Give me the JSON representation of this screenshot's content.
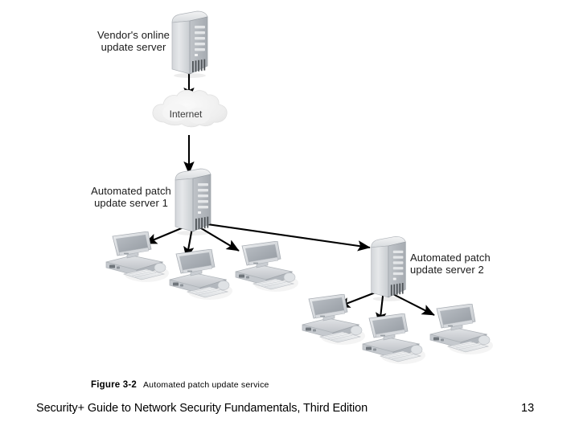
{
  "slide": {
    "background_color": "#ffffff",
    "page_number": "13",
    "footer_title": "Security+ Guide to Network Security Fundamentals, Third Edition"
  },
  "figure": {
    "caption_number": "Figure 3-2",
    "caption_text": "Automated patch update service",
    "nodes": {
      "vendor_server": {
        "label": "Vendor's online\nupdate server",
        "icon": "server-tower-icon"
      },
      "internet": {
        "label": "Internet",
        "icon": "cloud-icon"
      },
      "patch_server_1": {
        "label": "Automated patch\nupdate server 1",
        "icon": "server-tower-icon"
      },
      "patch_server_2": {
        "label": "Automated patch\nupdate server 2",
        "icon": "server-tower-icon"
      }
    },
    "clients": [
      {
        "id": "client-1a",
        "icon": "desktop-computer-icon"
      },
      {
        "id": "client-1b",
        "icon": "desktop-computer-icon"
      },
      {
        "id": "client-1c",
        "icon": "desktop-computer-icon"
      },
      {
        "id": "client-2a",
        "icon": "desktop-computer-icon"
      },
      {
        "id": "client-2b",
        "icon": "desktop-computer-icon"
      },
      {
        "id": "client-2c",
        "icon": "desktop-computer-icon"
      }
    ],
    "connections": [
      {
        "from": "vendor_server",
        "to": "internet",
        "style": "arrow"
      },
      {
        "from": "internet",
        "to": "patch_server_1",
        "style": "arrow"
      },
      {
        "from": "patch_server_1",
        "to": "client-1a",
        "style": "arrow"
      },
      {
        "from": "patch_server_1",
        "to": "client-1b",
        "style": "arrow"
      },
      {
        "from": "patch_server_1",
        "to": "client-1c",
        "style": "arrow"
      },
      {
        "from": "patch_server_1",
        "to": "patch_server_2",
        "style": "arrow"
      },
      {
        "from": "patch_server_2",
        "to": "client-2a",
        "style": "arrow"
      },
      {
        "from": "patch_server_2",
        "to": "client-2b",
        "style": "arrow"
      },
      {
        "from": "patch_server_2",
        "to": "client-2c",
        "style": "arrow"
      }
    ],
    "colors": {
      "arrow": "#000000",
      "server_body_light": "#e4e6e8",
      "server_body_mid": "#c3c7cb",
      "server_body_dark": "#9ba0a6",
      "cloud": "#efefef",
      "monitor_frame": "#d3d6da",
      "monitor_screen": "#a8adb3",
      "base_unit": "#cdd1d5"
    }
  }
}
